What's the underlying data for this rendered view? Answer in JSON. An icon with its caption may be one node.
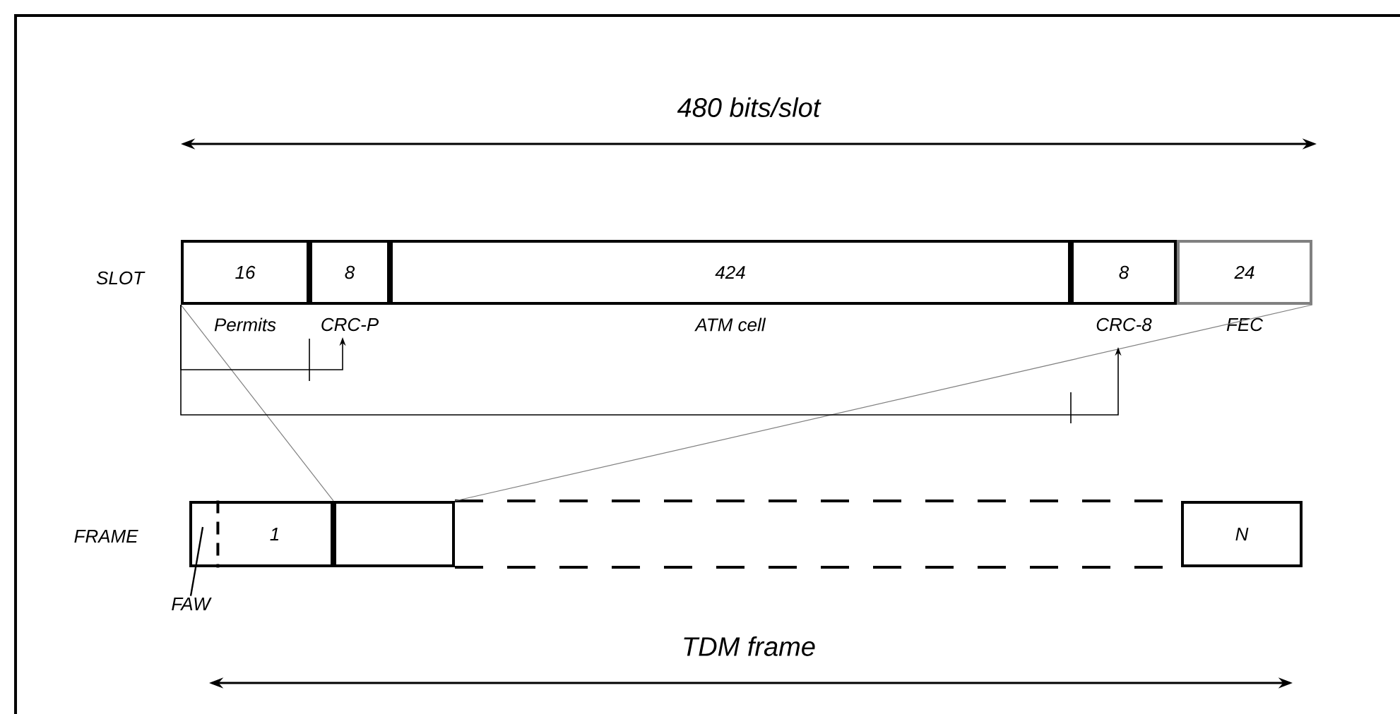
{
  "diagram": {
    "nodes": [
      {
        "text": [
          "16"
        ],
        "beside": [
          "Permits"
        ]
      },
      {
        "text": [
          "8"
        ],
        "beside": [
          "CRC-P"
        ]
      },
      {
        "text": [
          "424"
        ],
        "beside": [
          "ATM cell"
        ]
      },
      {
        "text": [
          "8"
        ],
        "beside": [
          "CRC-8"
        ]
      },
      {
        "text": [
          "24"
        ],
        "beside": [
          "FEC"
        ]
      },
      {
        "text": [
          "1"
        ]
      },
      {
        "text": [],
        "shape": "box",
        "in": 5
      },
      {
        "text": [],
        "shape": "box"
      },
      {
        "text": [
          "N"
        ]
      },
      {
        "text": [
          "FAW"
        ]
      }
    ],
    "edges": [
      {
        "from": 0,
        "to": 7,
        "arrow": "none",
        "color": "#808080"
      },
      {
        "from": 4,
        "to": 7,
        "arrow": "none",
        "color": "#808080"
      },
      {
        "from": 0,
        "to": 1,
        "arrow": "to"
      },
      {
        "from": 0,
        "to": 3,
        "arrow": "to"
      },
      {
        "from": 9,
        "to": 6,
        "arrow": "none"
      }
    ],
    "labels": [
      "480 bits/slot",
      "SLOT",
      "FRAME",
      "TDM frame"
    ]
  }
}
